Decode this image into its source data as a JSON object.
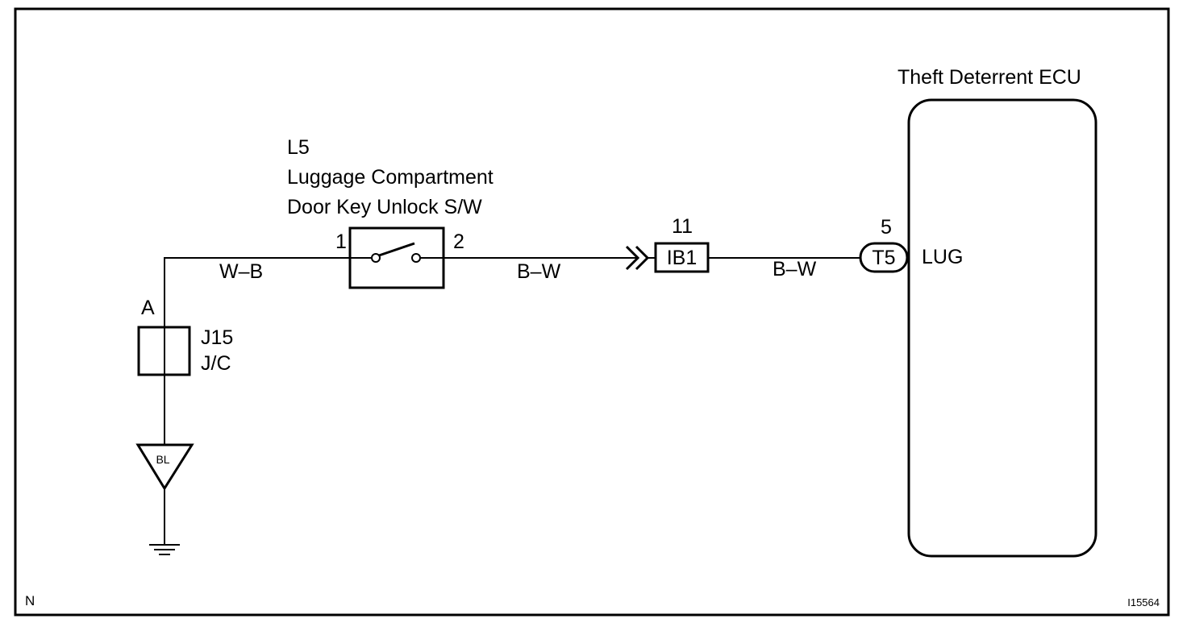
{
  "ecu": {
    "title": "Theft Deterrent ECU",
    "terminal_label": "LUG"
  },
  "switch": {
    "code": "L5",
    "name_line1": "Luggage Compartment",
    "name_line2": "Door Key Unlock S/W",
    "pin_left": "1",
    "pin_right": "2"
  },
  "wires": {
    "w1": "W–B",
    "w2": "B–W",
    "w3": "B–W"
  },
  "connector_ib1": {
    "label": "IB1",
    "pin": "11"
  },
  "connector_t5": {
    "label": "T5",
    "pin": "5"
  },
  "junction": {
    "pin": "A",
    "code": "J15",
    "type": "J/C"
  },
  "ground_point": {
    "label": "BL"
  },
  "footer": {
    "left": "N",
    "right": "I15564"
  }
}
